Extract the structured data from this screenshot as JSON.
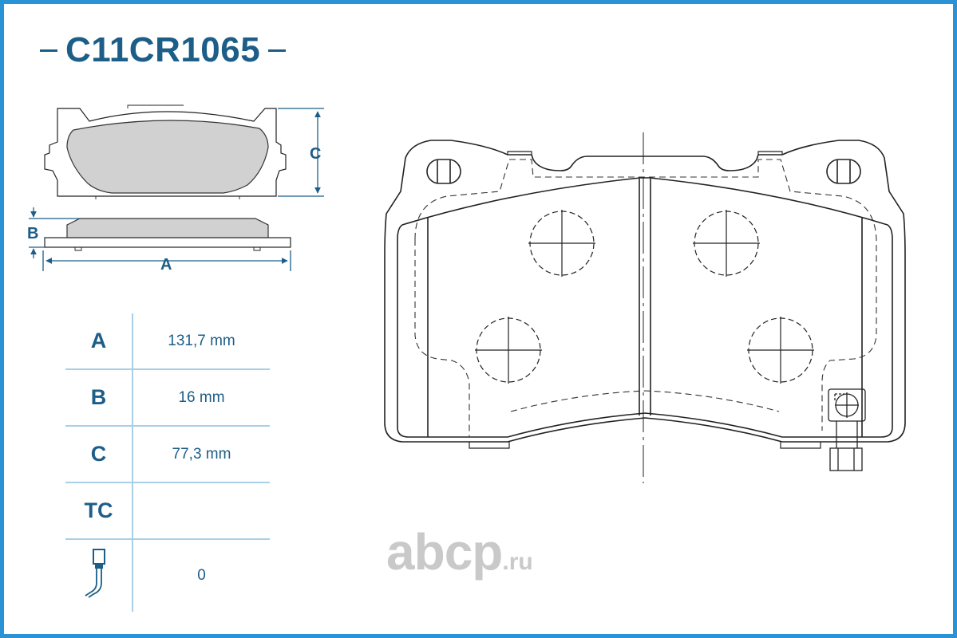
{
  "part_code": "C11CR1065",
  "dimension_labels": {
    "a": "A",
    "b": "B",
    "c": "C"
  },
  "specs": [
    {
      "key": "A",
      "value": "131,7 mm"
    },
    {
      "key": "B",
      "value": "16 mm"
    },
    {
      "key": "C",
      "value": "77,3 mm"
    },
    {
      "key": "TC",
      "value": ""
    },
    {
      "key": "sensor-wire-icon",
      "value": "0"
    }
  ],
  "watermark": {
    "main": "abcp",
    "tld": ".ru"
  },
  "colors": {
    "accent": "#1c5e87",
    "frame": "#2a93d6",
    "divider": "#a9cfe7",
    "friction": "#d1d1d1",
    "watermark": "#c9c9c9"
  }
}
